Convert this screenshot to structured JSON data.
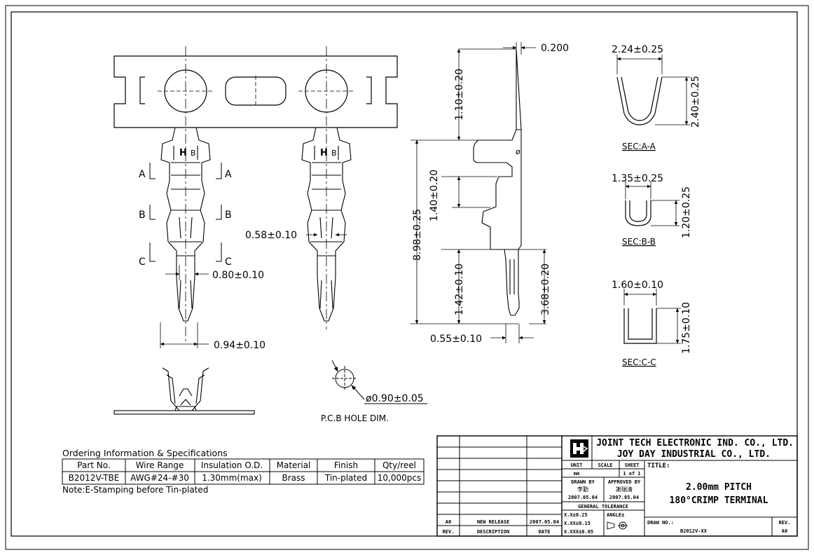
{
  "views": {
    "dims_front": [
      "0.58±0.10",
      "0.80±0.10",
      "0.94±0.10"
    ],
    "section_marks": [
      "A",
      "A",
      "B",
      "B",
      "C",
      "C"
    ],
    "dims_side": [
      "0.200",
      "1.10±0.20",
      "1.40±0.20",
      "8.98±0.25",
      "1.42±0.10",
      "3.68±0.20",
      "0.55±0.10"
    ],
    "sections": [
      {
        "width": "2.24±0.25",
        "height": "2.40±0.25",
        "label": "SEC:A-A"
      },
      {
        "width": "1.35±0.25",
        "height": "1.20±0.25",
        "label": "SEC:B-B"
      },
      {
        "width": "1.60±0.10",
        "height": "1.75±0.10",
        "label": "SEC:C-C"
      }
    ],
    "pcb_hole": "ø0.90±0.05",
    "pcb_caption": "P.C.B HOLE DIM."
  },
  "ordering": {
    "title": "Ordering Information & Specifications",
    "headers": [
      "Part No.",
      "Wire Range",
      "Insulation O.D.",
      "Material",
      "Finish",
      "Qty/reel"
    ],
    "row": [
      "B2012V-TBE",
      "AWG#24-#30",
      "1.30mm(max)",
      "Brass",
      "Tin-plated",
      "10,000pcs"
    ],
    "note": "Note:E-Stamping before Tin-plated"
  },
  "title_block": {
    "company_1": "JOINT TECH ELECTRONIC IND. CO., LTD.",
    "company_2": "JOY DAY INDUSTRIAL CO., LTD.",
    "unit_label": "UNIT",
    "unit_value": "mm",
    "scale_label": "SCALE",
    "sheet_label": "SHEET",
    "sheet_value": "1 of 1",
    "title_label": "TITLE:",
    "title_line1": "2.00mm PITCH",
    "title_line2": "180°CRIMP TERMINAL",
    "drawn_by_label": "DRAWN BY",
    "drawn_by_name": "李勤",
    "drawn_date": "2007.05.04",
    "approved_by_label": "APPROVED BY",
    "approved_by_name": "謝瑞清",
    "approved_date": "2007.05.04",
    "general_tolerance": "GENERAL TOLERANCE",
    "tol_1": "X.X±0.25",
    "tol_2": "X.XX±0.15",
    "tol_3": "X.XXX±0.05",
    "angle_label": "ANGLE±",
    "draw_no_label": "DRAW NO.:",
    "draw_no": "B2012V-XX",
    "rev_label": "REV.",
    "rev_value": "A0",
    "revision": {
      "rev": "A0",
      "description": "NEW RELEASE",
      "date": "2007.05.04"
    },
    "rev_headers": [
      "REV.",
      "DESCRIPTION",
      "DATE"
    ]
  }
}
